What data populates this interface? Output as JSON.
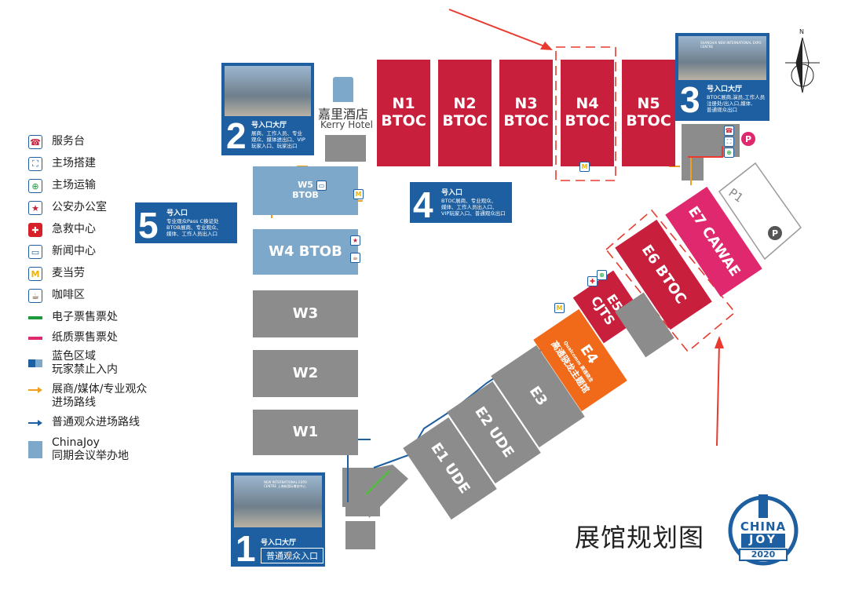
{
  "map_title": "展馆规划图",
  "kerry_hotel": {
    "cn": "嘉里酒店",
    "en": "Kerry Hotel"
  },
  "halls": {
    "n1": "N1\nBTOC",
    "n2": "N2\nBTOC",
    "n3": "N3\nBTOC",
    "n4": "N4\nBTOC",
    "n5": "N5\nBTOC",
    "w5": "W5\nBTOB",
    "w4": "W4 BTOB",
    "w3": "W3",
    "w2": "W2",
    "w1": "W1",
    "e1": "E1 UDE",
    "e2": "E2 UDE",
    "e3": "E3",
    "e4": "E4",
    "e4_sub": "高通骁龙主题馆",
    "e4_brand": "Qualcomm 高通骁龙",
    "e5": "E5\nCJTS",
    "e6": "E6 BTOC",
    "e7": "E7 CAWAE",
    "p1": "P1",
    "parking": "P"
  },
  "entrances": {
    "e1": {
      "num": "1",
      "title": "号入口大厅",
      "desc": "普通观众入口",
      "photo_text": "NEW INTERNATIONAL EXPO CENTRE 上海新国际博览中心"
    },
    "e2": {
      "num": "2",
      "title": "号入口大厅",
      "desc": "展商、工作人员、专业\n观众、媒体进出口、VIP\n玩家入口、玩家出口"
    },
    "e3": {
      "num": "3",
      "title": "号入口大厅",
      "desc": "BTOC展商,演员,工作人员\n注册处/出入口,媒体,\n普通观众出口",
      "photo_text": "SHANGHAI NEW INTERNATIONAL EXPO CENTRE"
    },
    "e4": {
      "num": "4",
      "title": "号入口",
      "desc": "BTOC展商、专业观众、\n媒体、工作人员出入口、\nVIP玩家入口、普通观众出口"
    },
    "e5": {
      "num": "5",
      "title": "号入口",
      "desc": "专业观众Pass C换证处\nBTOB展商、专业观众、\n媒体、工作人员出入口"
    }
  },
  "legend": [
    {
      "icon": "reception-desk-icon",
      "glyph": "☎",
      "color": "#c8203c",
      "label": "服务台"
    },
    {
      "icon": "venue-build-icon",
      "glyph": "⛶",
      "color": "#1d5fa0",
      "label": "主场搭建"
    },
    {
      "icon": "venue-transport-icon",
      "glyph": "⊕",
      "color": "#1c9a3c",
      "label": "主场运输"
    },
    {
      "icon": "police-office-icon",
      "glyph": "★",
      "color": "#c8203c",
      "label": "公安办公室"
    },
    {
      "icon": "first-aid-icon",
      "glyph": "✚",
      "color": "#d6202a",
      "label": "急救中心"
    },
    {
      "icon": "press-center-icon",
      "glyph": "▭",
      "color": "#1d5fa0",
      "label": "新闻中心"
    },
    {
      "icon": "mcdonalds-icon",
      "glyph": "M",
      "color": "#f0b400",
      "label": "麦当劳"
    },
    {
      "icon": "coffee-icon",
      "glyph": "☕",
      "color": "#6b3a1e",
      "label": "咖啡区"
    },
    {
      "icon": "e-ticket-icon",
      "glyph": "",
      "color": "#1c9a3c",
      "label": "电子票售票处"
    },
    {
      "icon": "paper-ticket-icon",
      "glyph": "",
      "color": "#e0286e",
      "label": "纸质票售票处"
    },
    {
      "icon": "blue-zone-icon",
      "glyph": "",
      "color": "#1d5fa0",
      "label": "蓝色区域\n玩家禁止入内"
    },
    {
      "icon": "orange-route-icon",
      "glyph": "",
      "color": "#f0a020",
      "label": "展商/媒体/专业观众\n进场路线"
    },
    {
      "icon": "blue-route-icon",
      "glyph": "",
      "color": "#1d5fa0",
      "label": "普通观众进场路线"
    },
    {
      "icon": "chinajoy-conference-icon",
      "glyph": "",
      "color": "#7ea8c9",
      "label": "ChinaJoy\n同期会议举办地"
    }
  ],
  "north_label": "N",
  "logo": {
    "top": "CHINA",
    "mid": "JOY",
    "year": "2020"
  }
}
